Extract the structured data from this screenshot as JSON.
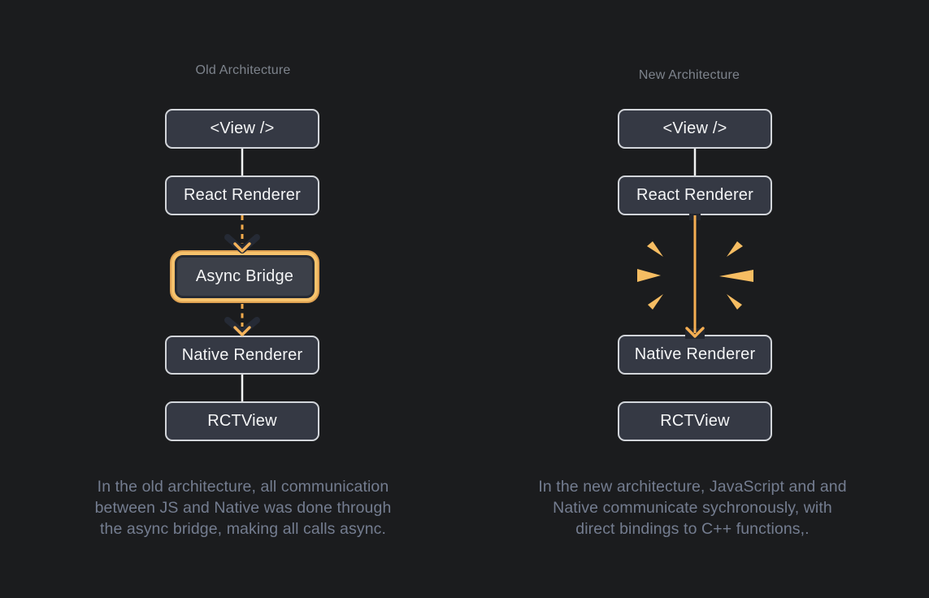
{
  "page": {
    "background_color": "#1b1c1e"
  },
  "colors": {
    "accent_orange": "#f5ae52",
    "spark_orange": "#f6bd62",
    "highlight_ring_orange": "#f6c26c",
    "box_fill": "#353944",
    "box_border": "#d2d5da",
    "box_text": "#f4f5f6",
    "connector_white": "#f2f3f4",
    "arrow_casing_dark": "#252a35",
    "title_gray": "#7d838c",
    "caption_gray": "#747d90"
  },
  "old_architecture": {
    "title": "Old Architecture",
    "nodes": [
      {
        "label": "<View />"
      },
      {
        "label": "React Renderer"
      },
      {
        "label": "Async Bridge",
        "highlighted": true
      },
      {
        "label": "Native Renderer"
      },
      {
        "label": "RCTView"
      }
    ],
    "connectors": [
      {
        "from": "<View />",
        "to": "React Renderer",
        "style": "solid-white"
      },
      {
        "from": "React Renderer",
        "to": "Async Bridge",
        "style": "dashed-orange-arrow"
      },
      {
        "from": "Async Bridge",
        "to": "Native Renderer",
        "style": "dashed-orange-arrow"
      },
      {
        "from": "Native Renderer",
        "to": "RCTView",
        "style": "solid-white"
      }
    ],
    "caption_lines": [
      "In the old architecture, all communication",
      "between JS and Native was done through",
      "the async bridge, making all calls async."
    ]
  },
  "new_architecture": {
    "title": "New Architecture",
    "nodes": [
      {
        "label": "<View />"
      },
      {
        "label": "React Renderer"
      },
      {
        "label": "Native Renderer"
      },
      {
        "label": "RCTView"
      }
    ],
    "connectors": [
      {
        "from": "<View />",
        "to": "React Renderer",
        "style": "solid-white"
      },
      {
        "from": "React Renderer",
        "to": "Native Renderer",
        "style": "solid-orange-arrow-with-sparks"
      },
      {
        "from": "Native Renderer",
        "to": "RCTView",
        "style": "solid-white"
      }
    ],
    "caption_lines": [
      "In the new architecture, JavaScript and and",
      "Native communicate sychronously, with",
      "direct bindings to C++ functions,."
    ]
  }
}
